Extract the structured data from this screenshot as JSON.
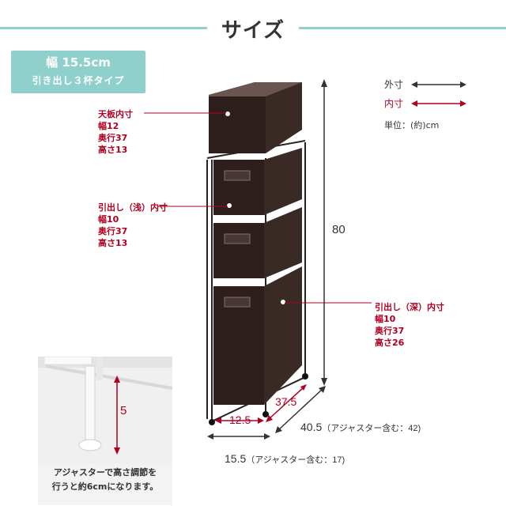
{
  "title": "サイズ",
  "badge": {
    "line1": "幅 15.5cm",
    "line2": "引き出し３杯タイプ"
  },
  "legend": {
    "outer": "外寸",
    "inner": "内寸",
    "unit": "単位：(約)cm",
    "outer_color": "#333333",
    "inner_color": "#b00020"
  },
  "annotations": {
    "top": {
      "title": "天板内寸",
      "lines": [
        "幅12",
        "奥行37",
        "高さ13"
      ]
    },
    "shallow": {
      "title": "引出し（浅）内寸",
      "lines": [
        "幅10",
        "奥行37",
        "高さ13"
      ]
    },
    "deep": {
      "title": "引出し（深）内寸",
      "lines": [
        "幅10",
        "奥行37",
        "高さ26"
      ]
    }
  },
  "dimensions": {
    "height": "80",
    "inner_width": "12.5",
    "inner_depth": "37.5",
    "outer_depth": "40.5",
    "outer_depth_note": "（アジャスター含む：42)",
    "outer_width": "15.5",
    "outer_width_note": "（アジャスター含む：17)"
  },
  "inset": {
    "value": "5",
    "caption_line1": "アジャスターで高さ調節を",
    "caption_line2": "行うと約6cmになります。"
  }
}
